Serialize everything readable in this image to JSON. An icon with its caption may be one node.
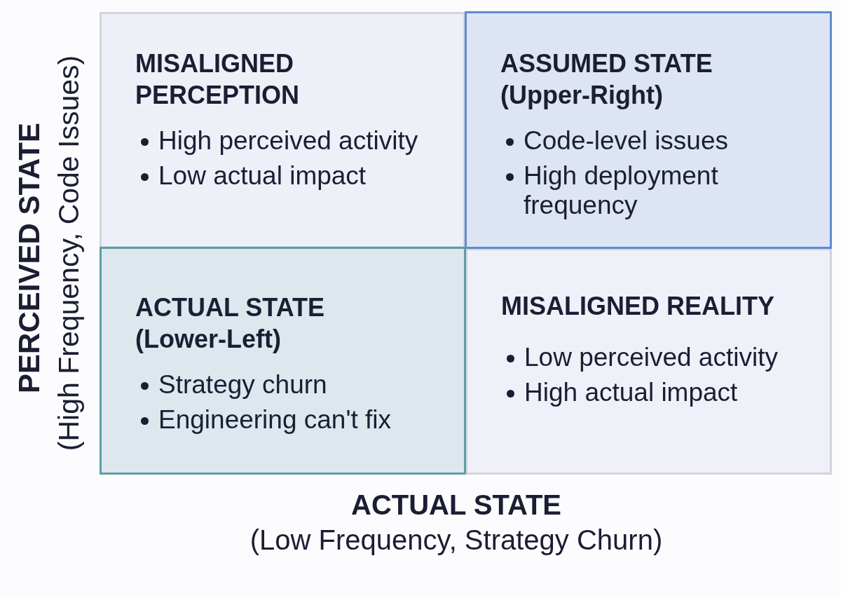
{
  "diagram": {
    "nodes": [
      {
        "text": [
          "MISALIGNED PERCEPTION",
          "High perceived activity",
          "Low actual impact"
        ]
      },
      {
        "text": [
          "ASSUMED STATE (Upper-Right)",
          "Code-level issues",
          "High deployment frequency"
        ]
      },
      {
        "text": [
          "ACTUAL STATE (Lower-Left)",
          "Strategy churn",
          "Engineering can't fix"
        ]
      },
      {
        "text": [
          "MISALIGNED REALITY",
          "Low perceived activity",
          "High actual impact"
        ]
      }
    ],
    "labels": [
      "PERCEIVED STATE",
      "(High Frequency, Code Issues)",
      "ACTUAL STATE",
      "(Low Frequency, Strategy Churn)"
    ]
  }
}
